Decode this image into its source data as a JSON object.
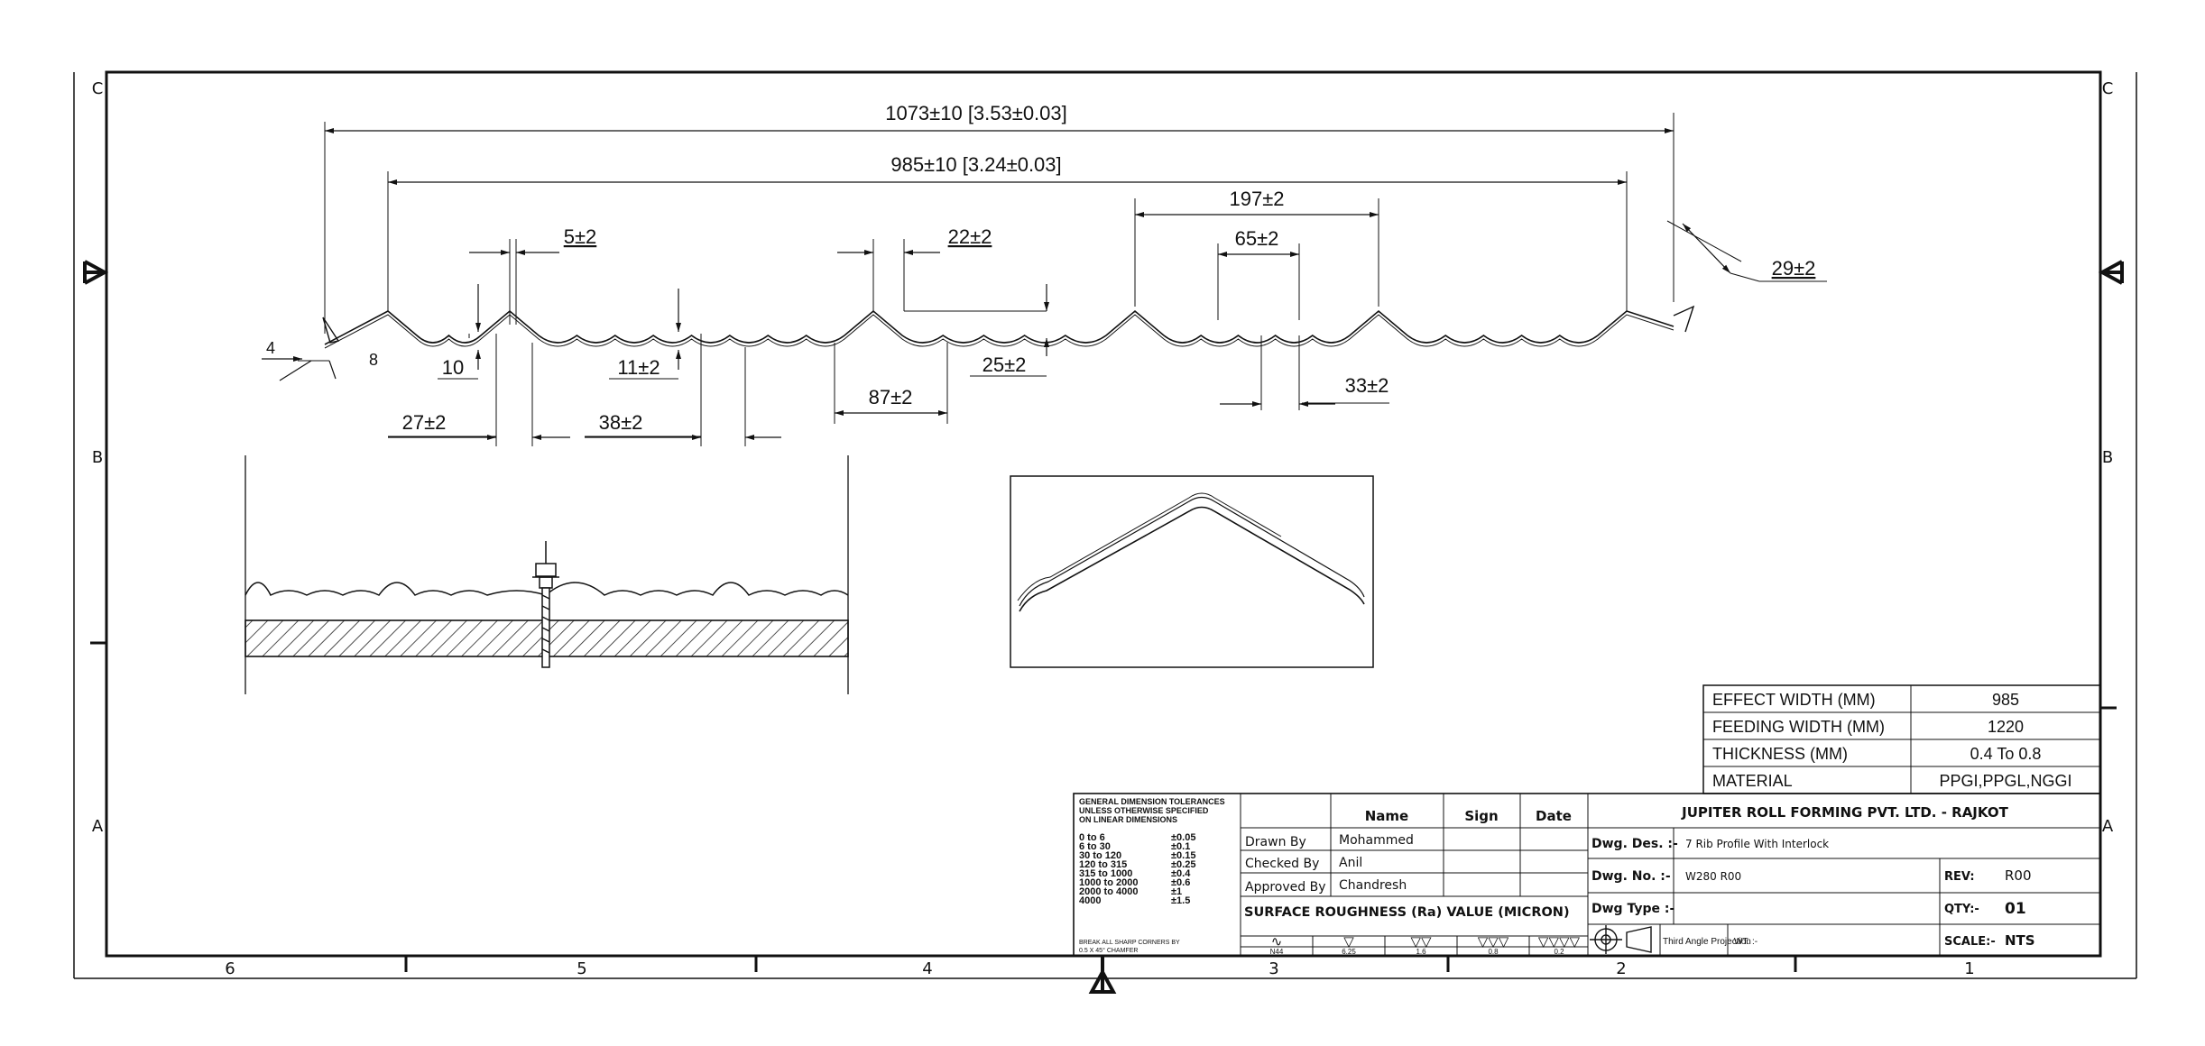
{
  "zones": {
    "columns": [
      "6",
      "5",
      "4",
      "3",
      "2",
      "1"
    ],
    "rows": [
      "C",
      "B",
      "A"
    ]
  },
  "dimensions": {
    "overall": "1073±10 [3.53±0.03]",
    "effective": "985±10 [3.24±0.03]",
    "d197": "197±2",
    "d65": "65±2",
    "d5": "5±2",
    "d22": "22±2",
    "d29": "29±2",
    "d4": "4",
    "d8": "8",
    "d10": "10",
    "d11": "11±2",
    "d25": "25±2",
    "d87": "87±2",
    "d33": "33±2",
    "d27": "27±2",
    "d38": "38±2"
  },
  "tolerance_block": {
    "heading": [
      "GENERAL DIMENSION TOLERANCES",
      "UNLESS OTHERWISE SPECIFIED",
      "ON LINEAR DIMENSIONS"
    ],
    "rows": [
      {
        "range": "0 to 6",
        "tol": "±0.05"
      },
      {
        "range": "6 to 30",
        "tol": "±0.1"
      },
      {
        "range": "30 to 120",
        "tol": "±0.15"
      },
      {
        "range": "120 to 315",
        "tol": "±0.25"
      },
      {
        "range": "315 to 1000",
        "tol": "±0.4"
      },
      {
        "range": "1000 to 2000",
        "tol": "±0.6"
      },
      {
        "range": "2000 to 4000",
        "tol": "±1"
      },
      {
        "range": "4000",
        "tol": "±1.5"
      }
    ],
    "footer": [
      "BREAK ALL SHARP CORNERS BY",
      "0.5 X 45° CHAMFER"
    ]
  },
  "signatures": {
    "headers": {
      "name": "Name",
      "sign": "Sign",
      "date": "Date"
    },
    "rows": [
      {
        "role": "Drawn By",
        "name": "Mohammed"
      },
      {
        "role": "Checked By",
        "name": "Anil"
      },
      {
        "role": "Approved By",
        "name": "Chandresh"
      }
    ]
  },
  "roughness": {
    "title": "SURFACE ROUGHNESS (Ra) VALUE (MICRON)",
    "symbols": [
      "∿",
      "▽",
      "▽▽",
      "▽▽▽",
      "▽▽▽▽"
    ],
    "values": [
      "N44",
      "6.25",
      "1.6",
      "0.8",
      "0.2"
    ]
  },
  "title_block": {
    "company": "JUPITER ROLL FORMING PVT. LTD. - RAJKOT",
    "dwg_des_label": "Dwg. Des. :-",
    "dwg_des": "7 Rib Profile With Interlock",
    "dwg_no_label": "Dwg. No. :-",
    "dwg_no": "W280 R00",
    "dwg_type_label": "Dwg Type :-",
    "dwg_type": "",
    "rev_label": "REV:",
    "rev": "R00",
    "qty_label": "QTY:-",
    "qty": "01",
    "scale_label": "SCALE:-",
    "scale": "NTS",
    "projection": "Third Angle Projection",
    "wt_label": "WT. :-"
  },
  "spec_table": [
    {
      "label": "EFFECT WIDTH (MM)",
      "value": "985"
    },
    {
      "label": "FEEDING WIDTH (MM)",
      "value": "1220"
    },
    {
      "label": "THICKNESS (MM)",
      "value": "0.4  To 0.8"
    },
    {
      "label": "MATERIAL",
      "value": "PPGI,PPGL,NGGI"
    }
  ]
}
